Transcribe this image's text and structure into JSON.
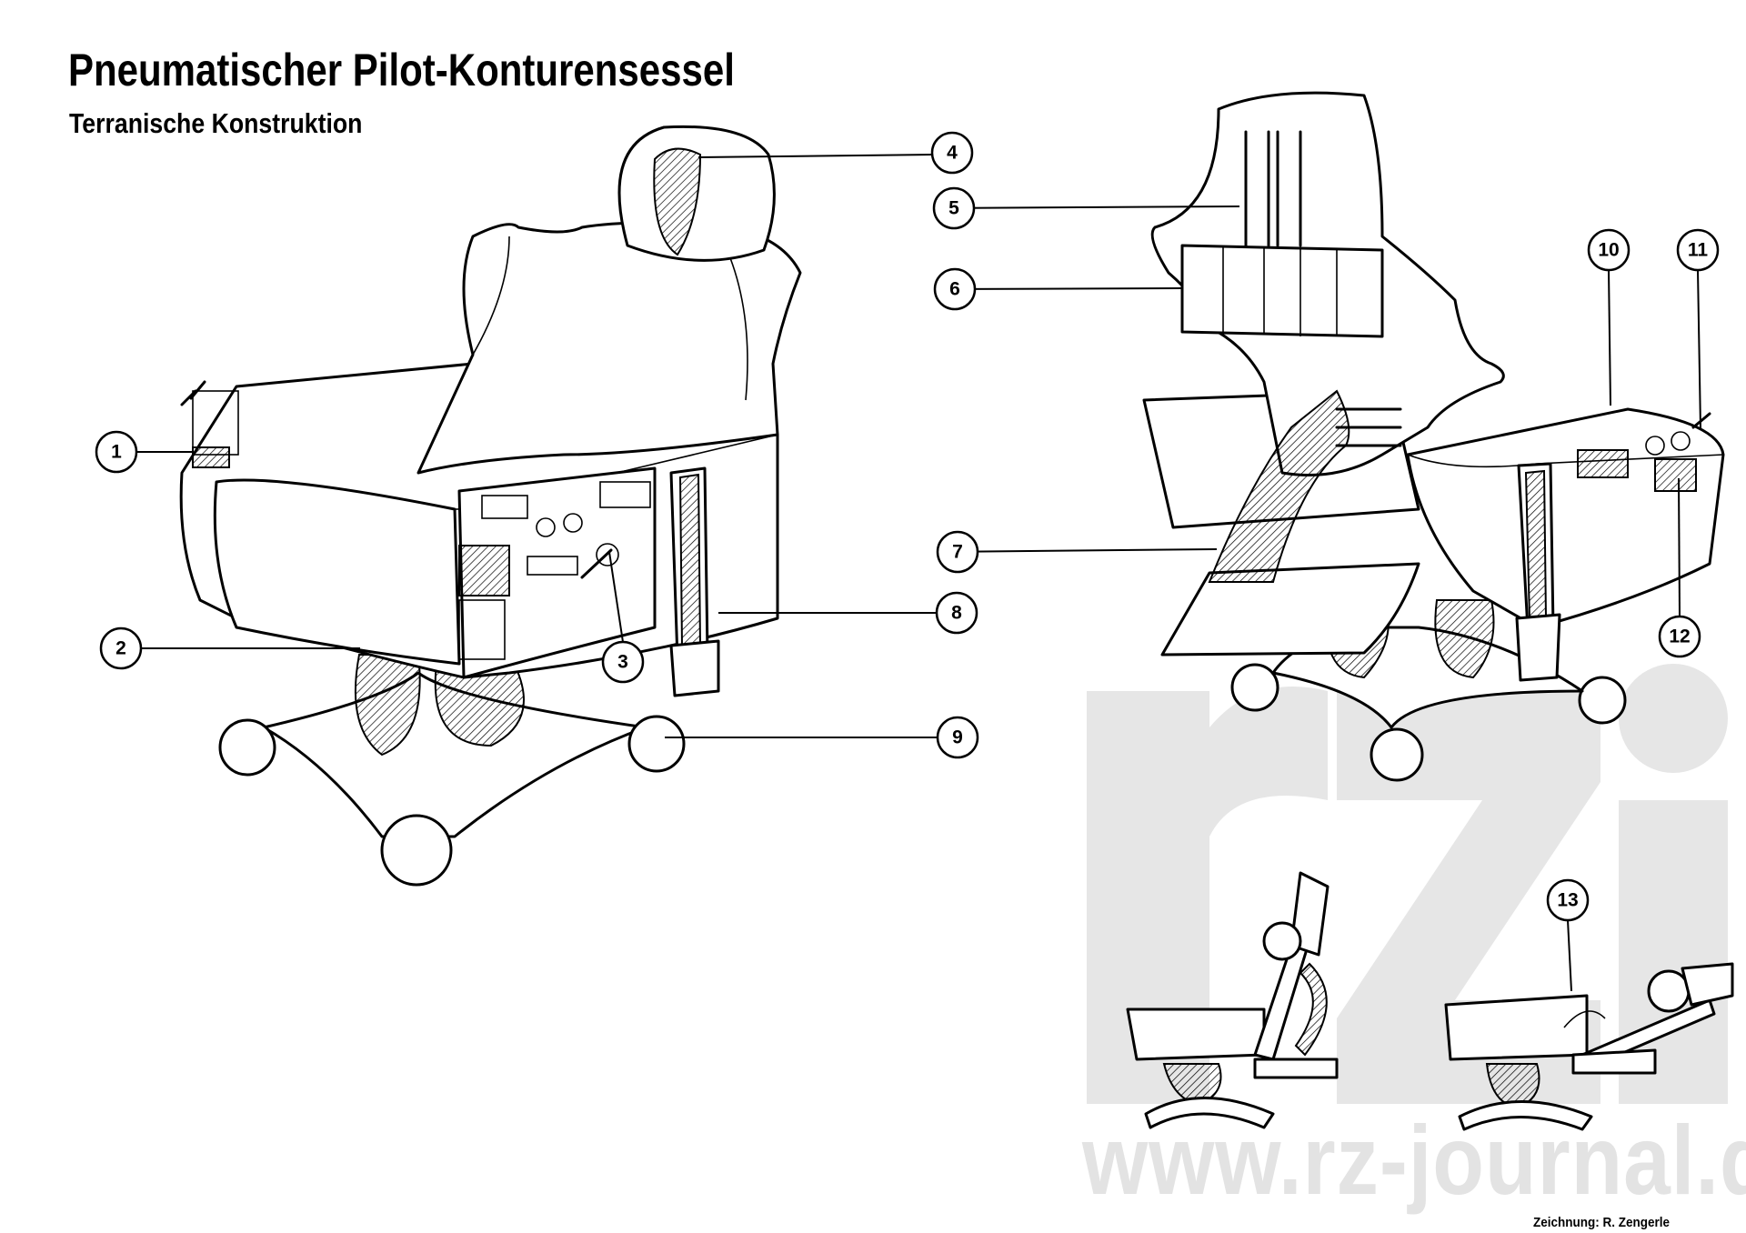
{
  "header": {
    "title": "Pneumatischer Pilot-Konturensessel",
    "subtitle": "Terranische Konstruktion"
  },
  "callouts": [
    "1",
    "2",
    "3",
    "4",
    "5",
    "6",
    "7",
    "8",
    "9",
    "10",
    "11",
    "12",
    "13"
  ],
  "watermark": {
    "logo": "rz",
    "url": "www.rz-journal.de",
    "color": "#e3e3e3"
  },
  "credit": "Zeichnung: R. Zengerle"
}
